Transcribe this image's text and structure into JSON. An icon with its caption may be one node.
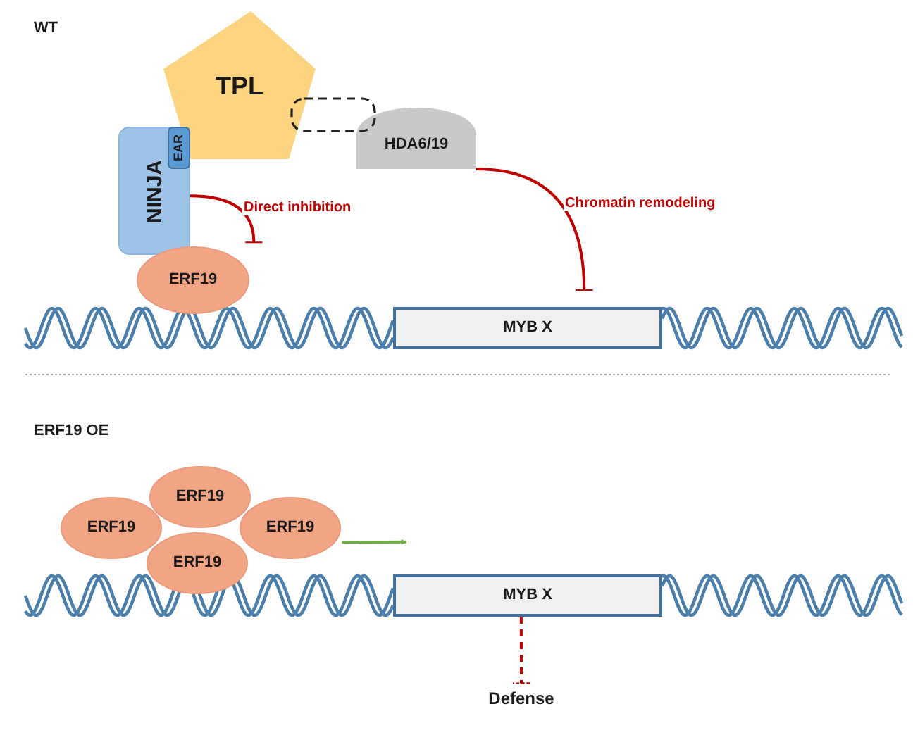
{
  "diagram": {
    "nodes": [
      {
        "text": [
          "TPL"
        ]
      },
      {
        "text": [
          "NINJA"
        ]
      },
      {
        "text": [
          "EAR"
        ],
        "in": 1
      },
      {
        "text": [
          "HDA6/19"
        ]
      },
      {
        "text": [
          "ERF19"
        ]
      },
      {
        "text": [
          "MYB X"
        ]
      },
      {
        "text": [
          "ERF19"
        ]
      },
      {
        "text": [
          "ERF19"
        ]
      },
      {
        "text": [
          "ERF19"
        ]
      },
      {
        "text": [
          "ERF19"
        ]
      },
      {
        "text": [
          "MYB X"
        ]
      },
      {
        "text": [
          "Defense"
        ]
      }
    ],
    "edges": [
      {
        "from": 1,
        "to": 4,
        "arrow": "other",
        "label": "Direct inhibition"
      },
      {
        "from": 3,
        "to": 5,
        "arrow": "other",
        "label": "Chromatin remodeling"
      },
      {
        "from": 9,
        "to": 10,
        "arrow": "to",
        "color": "#70ad47"
      },
      {
        "from": 10,
        "to": 11,
        "arrow": "other",
        "style": "dashed"
      }
    ],
    "labels": [
      "WT",
      "ERF19 OE"
    ]
  }
}
